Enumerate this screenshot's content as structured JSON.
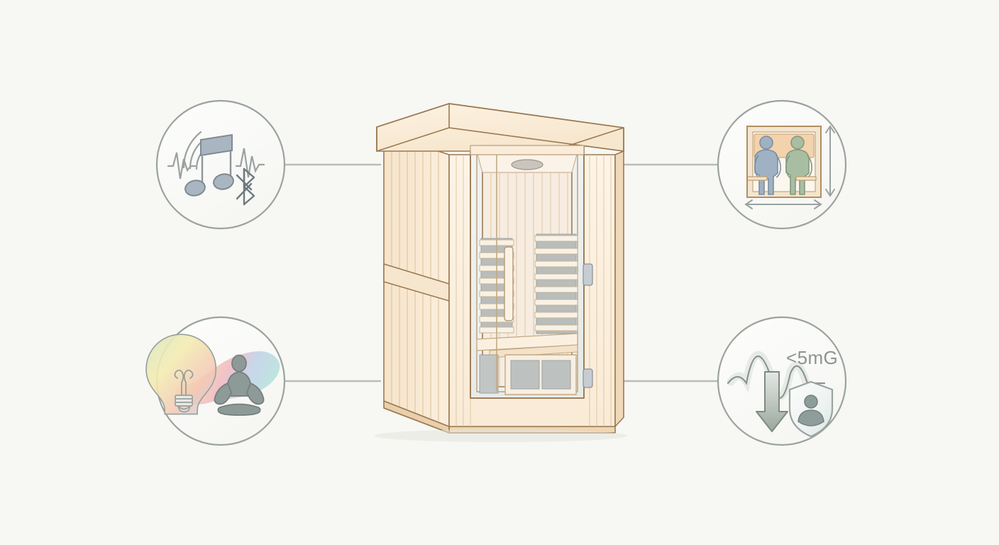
{
  "diagram": {
    "title": "Infrared sauna cabin feature callout diagram",
    "type": "feature-callout",
    "background_color": "#f7f7f3",
    "connector_color": "#b9bdb9",
    "circle_stroke_color": "#9aa3a0",
    "circle_fill_color": "#fbfbf9",
    "center_subject": {
      "name": "two-person-infrared-sauna-cabin",
      "wood_light": "#fbeedd",
      "wood_mid": "#f6e3c9",
      "wood_dark": "#eed6b4",
      "outline": "#9b7a52",
      "glass_fill": "#eef0ee",
      "heater_fill": "#b9bdbb",
      "parts": [
        "roof-cap",
        "left-side-panel",
        "front-panel",
        "right-side-panel",
        "glass-door",
        "door-handle",
        "ceiling-light",
        "interior-heater-panels",
        "bench",
        "lower-heater-panel",
        "base-plinth",
        "door-hinge"
      ]
    },
    "callouts": [
      {
        "id": "audio",
        "position": "top-left",
        "icon_name": "music-bluetooth-speaker-icon",
        "label": "",
        "accent_color": "#9fb0c2",
        "elements": [
          "music-note",
          "sound-waves",
          "radiating-arcs",
          "bluetooth-glyph"
        ]
      },
      {
        "id": "capacity",
        "position": "top-right",
        "icon_name": "two-person-capacity-dimensions-icon",
        "label": "",
        "accent_color": "#d9bb99",
        "elements": [
          "cabin-frame",
          "seated-figure-blue",
          "seated-figure-green",
          "backrest",
          "width-dimension-arrow",
          "height-dimension-arrow"
        ],
        "figure_colors": [
          "#9fb2c4",
          "#a9bda3"
        ]
      },
      {
        "id": "chromotherapy",
        "position": "bottom-left",
        "icon_name": "chromotherapy-lightbulb-meditation-icon",
        "label": "",
        "accent_color": "#b8c6b4",
        "elements": [
          "lightbulb",
          "rainbow-gradient-sweep",
          "meditating-figure"
        ],
        "spectrum": [
          "#cfe3b6",
          "#f2e7a8",
          "#f6c8a8",
          "#eeb0b8",
          "#b9cbe8",
          "#a9dbd6"
        ]
      },
      {
        "id": "low-emf",
        "position": "bottom-right",
        "icon_name": "low-emf-shield-icon",
        "label": "<5mG",
        "accent_color": "#8d9490",
        "elements": [
          "emf-waveform",
          "down-arrow",
          "shield",
          "person-avatar",
          "value-label"
        ]
      }
    ]
  }
}
